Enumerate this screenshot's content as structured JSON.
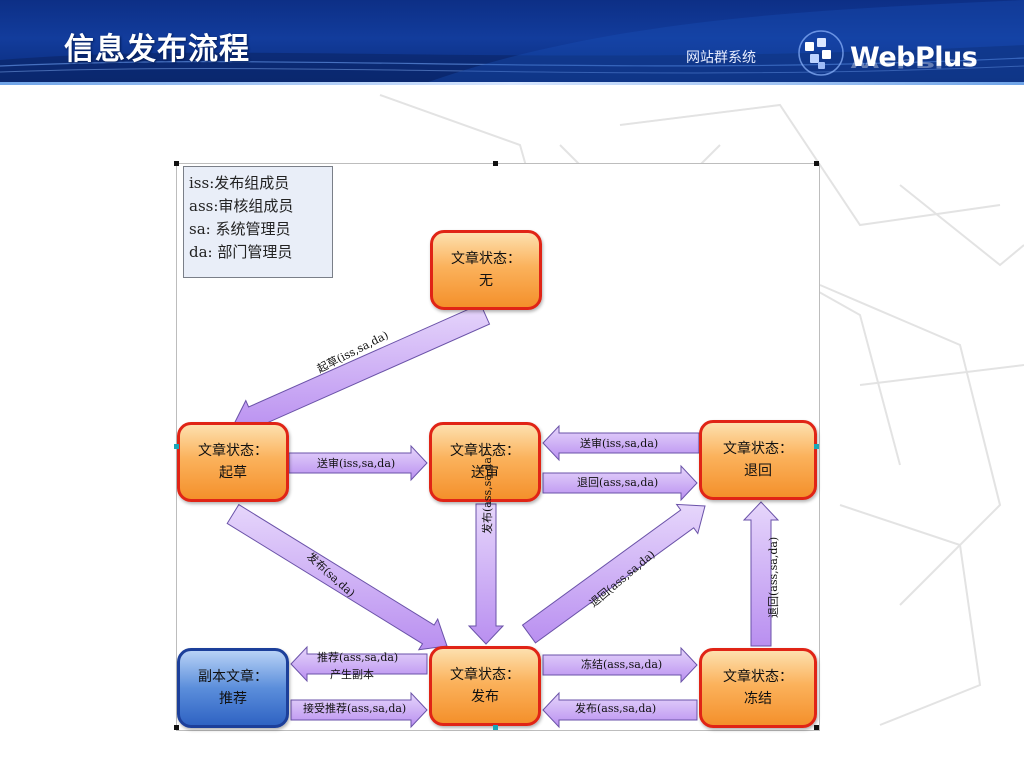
{
  "header": {
    "title": "信息发布流程",
    "subtitle": "网站群系统",
    "logo": "WebPlus"
  },
  "legend": [
    "iss:发布组成员",
    "ass:审核组成员",
    "sa: 系统管理员",
    "da: 部门管理员"
  ],
  "nodes": {
    "none": {
      "line1": "文章状态：",
      "line2": "无"
    },
    "draft": {
      "line1": "文章状态：",
      "line2": "起草"
    },
    "review": {
      "line1": "文章状态：",
      "line2": "送审"
    },
    "returned": {
      "line1": "文章状态：",
      "line2": "退回"
    },
    "copy": {
      "line1": "副本文章：",
      "line2": "推荐"
    },
    "published": {
      "line1": "文章状态：",
      "line2": "发布"
    },
    "frozen": {
      "line1": "文章状态：",
      "line2": "冻结"
    }
  },
  "edges": {
    "draft_create": "起草(iss,sa,da)",
    "submit_review": "送审(iss,sa,da)",
    "returned_resubmit": "送审(iss,sa,da)",
    "review_return": "退回(ass,sa,da)",
    "draft_publish": "发布(sa,da)",
    "review_publish": "发布(ass,sa,da)",
    "publish_return": "退回(ass,sa,da)",
    "frozen_return": "退回(ass,sa,da)",
    "recommend": "推荐(ass,sa,da)",
    "make_copy": "产生副本",
    "accept_recommend": "接受推荐(ass,sa,da)",
    "freeze": "冻结(ass,sa,da)",
    "frozen_publish": "发布(ass,sa,da)"
  },
  "colors": {
    "header_blue": "#123c9c",
    "box_orange": "#f4902b",
    "box_border_red": "#e02416",
    "box_blue": "#2f63c3",
    "arrow_fill": "#c9a6f4",
    "arrow_stroke": "#6a52a8"
  }
}
